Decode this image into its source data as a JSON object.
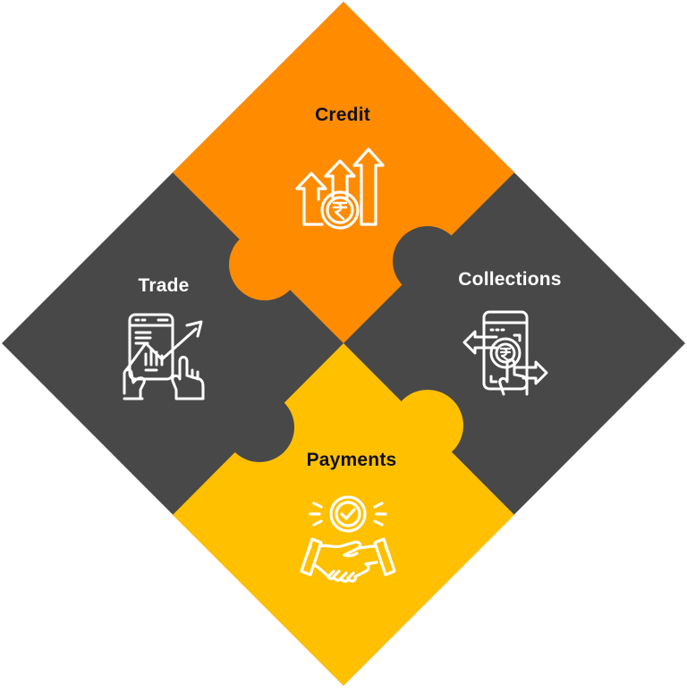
{
  "diagram": {
    "type": "puzzle-diamond",
    "colors": {
      "credit": "#FF8C00",
      "trade": "#484848",
      "collections": "#484848",
      "payments": "#FFC000",
      "icon_stroke": "#ffffff",
      "dark_text": "#111111",
      "light_text": "#ffffff"
    },
    "pieces": [
      {
        "id": "credit",
        "label": "Credit",
        "icon": "growth-arrows-rupee-coin-icon",
        "position": "top"
      },
      {
        "id": "trade",
        "label": "Trade",
        "icon": "mobile-chart-hand-tap-icon",
        "position": "left"
      },
      {
        "id": "collections",
        "label": "Collections",
        "icon": "mobile-rupee-exchange-arrows-icon",
        "position": "right"
      },
      {
        "id": "payments",
        "label": "Payments",
        "icon": "handshake-checkmark-badge-icon",
        "position": "bottom"
      }
    ]
  }
}
